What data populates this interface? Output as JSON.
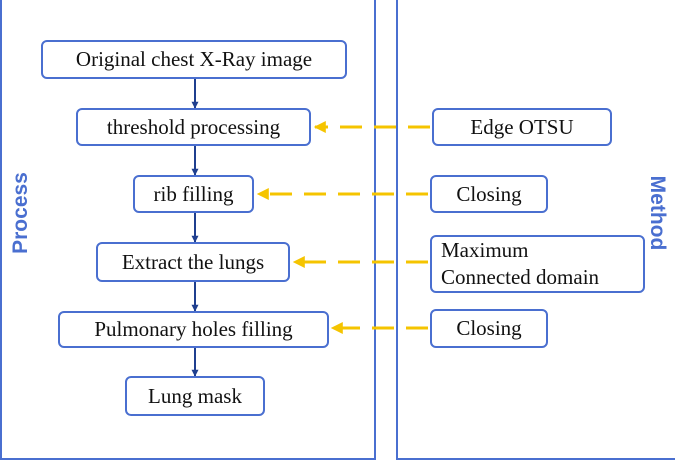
{
  "labels": {
    "left": "Process",
    "right": "Method"
  },
  "process_steps": [
    "Original chest X-Ray image",
    "threshold processing",
    "rib filling",
    "Extract the lungs",
    "Pulmonary holes filling",
    "Lung mask"
  ],
  "methods": [
    {
      "lines": [
        "Edge OTSU"
      ]
    },
    {
      "lines": [
        "Closing"
      ]
    },
    {
      "lines": [
        "Maximum",
        "Connected domain"
      ]
    },
    {
      "lines": [
        "Closing"
      ]
    }
  ],
  "colors": {
    "frame": "#4a6fd0",
    "flow_arrow": "#1f3f8f",
    "method_arrow": "#f5c400"
  }
}
